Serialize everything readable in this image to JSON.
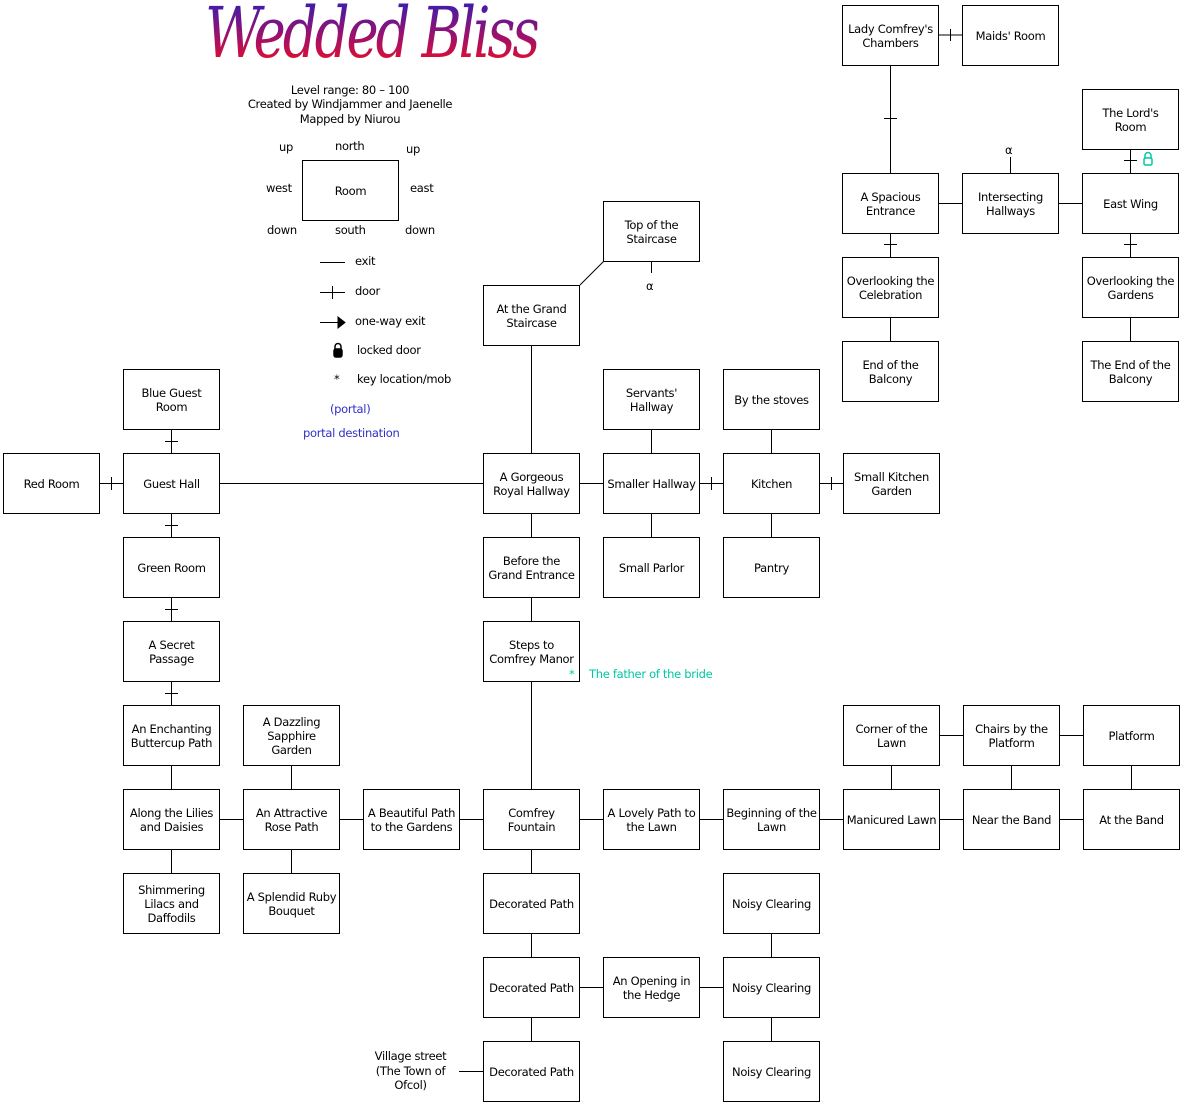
{
  "header": {
    "title": "Wedded Bliss",
    "level_range": "Level range: 80 – 100",
    "created_by": "Created by Windjammer and Jaenelle",
    "mapped_by": "Mapped by Niurou"
  },
  "compass": {
    "up_left": "up",
    "north": "north",
    "up_right": "up",
    "west": "west",
    "room": "Room",
    "east": "east",
    "down_left": "down",
    "south": "south",
    "down_right": "down"
  },
  "legend": {
    "exit": "exit",
    "door": "door",
    "one_way": "one-way exit",
    "locked": "locked door",
    "key": "key location/mob",
    "key_symbol": "*",
    "portal": "(portal)",
    "portal_dest": "portal destination"
  },
  "markers": {
    "alpha": "α",
    "key_symbol": "*",
    "father": "The father of the bride",
    "village": "Village street (The Town of Ofcol)"
  },
  "colors": {
    "portal": "#3030c8",
    "key": "#00c8a0",
    "title_top": "#2020c0",
    "title_bottom": "#ff1010"
  },
  "rooms": [
    "Lady Comfrey's Chambers",
    "Maids' Room",
    "The Lord's Room",
    "A Spacious Entrance",
    "Intersecting Hallways",
    "East Wing",
    "Overlooking the Celebration",
    "Overlooking the Gardens",
    "End of the Balcony",
    "The End of the Balcony",
    "Top of the Staircase",
    "At the Grand Staircase",
    "Blue Guest Room",
    "Servants' Hallway",
    "By the stoves",
    "Red Room",
    "Guest Hall",
    "A Gorgeous Royal Hallway",
    "Smaller Hallway",
    "Kitchen",
    "Small Kitchen Garden",
    "Green Room",
    "Before the Grand Entrance",
    "Small Parlor",
    "Pantry",
    "A Secret Passage",
    "Steps to Comfrey Manor",
    "An Enchanting Buttercup Path",
    "A Dazzling Sapphire Garden",
    "Corner of the Lawn",
    "Chairs by the Platform",
    "Platform",
    "Along the Lilies and Daisies",
    "An Attractive Rose Path",
    "A Beautiful Path to the Gardens",
    "Comfrey Fountain",
    "A Lovely Path to the Lawn",
    "Beginning of the Lawn",
    "Manicured Lawn",
    "Near the Band",
    "At the Band",
    "Shimmering Lilacs and Daffodils",
    "A Splendid Ruby Bouquet",
    "Decorated Path",
    "Noisy Clearing",
    "Decorated Path",
    "An Opening in the Hedge",
    "Noisy Clearing",
    "Decorated Path",
    "Noisy Clearing"
  ]
}
